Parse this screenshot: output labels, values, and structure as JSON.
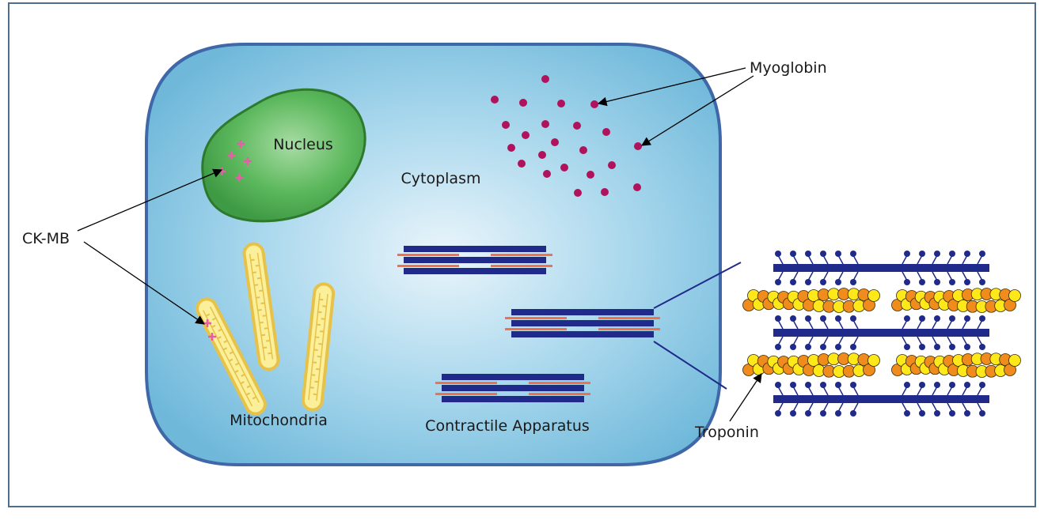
{
  "labels": {
    "nucleus": "Nucleus",
    "cytoplasm": "Cytoplasm",
    "myoglobin": "Myoglobin",
    "ck_mb": "CK-MB",
    "mitochondria": "Mitochondria",
    "contractile_apparatus": "Contractile Apparatus",
    "troponin": "Troponin"
  },
  "colors": {
    "frame": "#4f6e8a",
    "cell_fill_center": "#eaf5fb",
    "cell_fill_edge": "#74bcdc",
    "cell_border": "#3f68a8",
    "nucleus_fill": "#5cb85c",
    "nucleus_border": "#2d7a2d",
    "ckmb_marker": "#e85ca8",
    "myoglobin_dot": "#b0125c",
    "mito_fill": "#fbef9a",
    "mito_border": "#e6c24a",
    "filament": "#1f2a8a",
    "thin_filament": "#f07050",
    "troponin_orange": "#f08c1e",
    "troponin_yellow": "#ffe81a",
    "arrow": "#000000"
  }
}
